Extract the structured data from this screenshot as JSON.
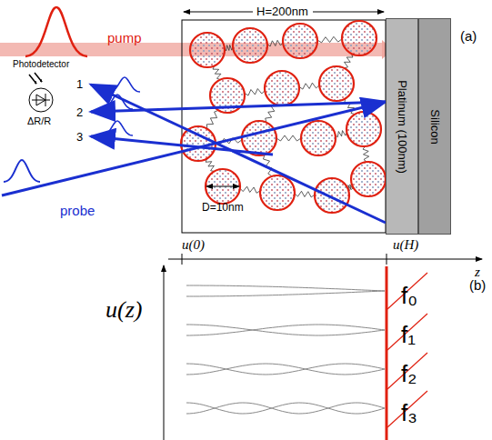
{
  "diagram": {
    "nodes": [
      {
        "text": [
          "Platinum (100nm)"
        ]
      },
      {
        "text": [
          "Silicon"
        ]
      }
    ],
    "labels": [
      "pump",
      "H=200nm",
      "(a)",
      "Photodetector",
      "1",
      "2",
      "3",
      "ΔR/R",
      "D=10nm",
      "probe",
      "u(0)",
      "u(H)",
      "z",
      "u(z)",
      "(b)",
      "f₀",
      "f₁",
      "f₂",
      "f₃"
    ]
  }
}
